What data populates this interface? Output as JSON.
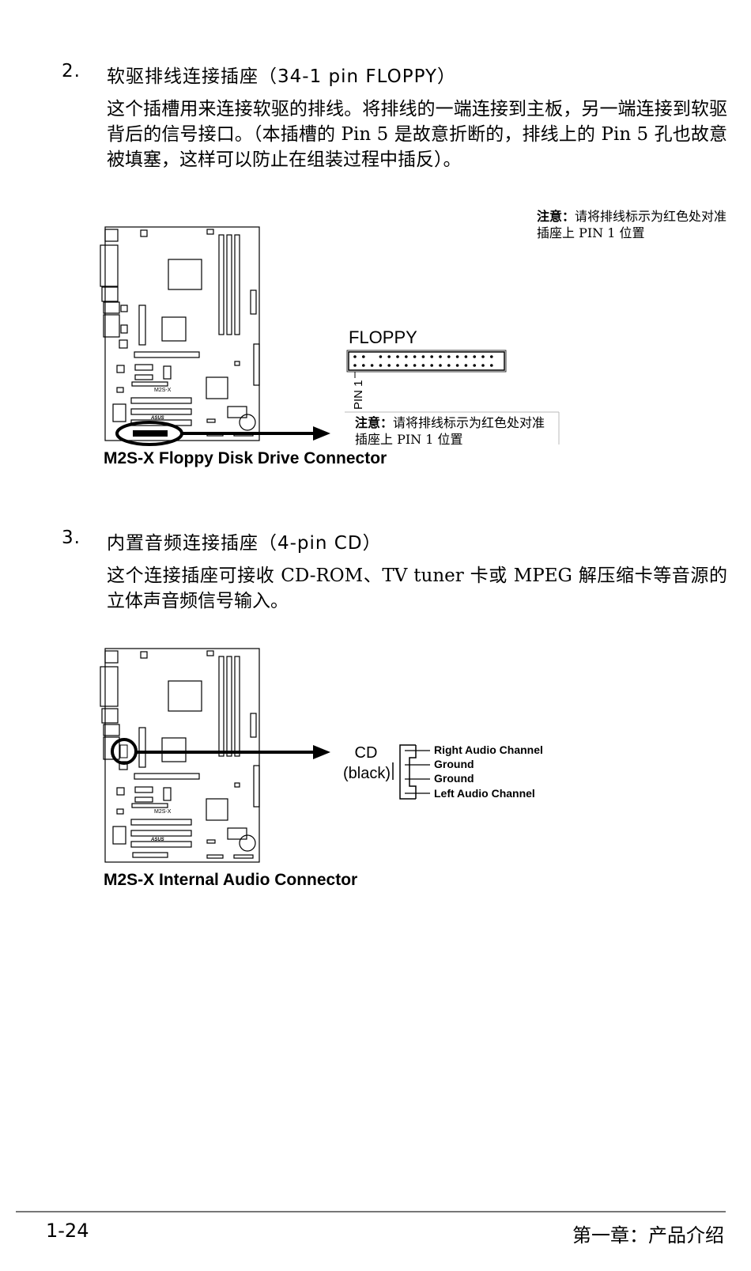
{
  "section2": {
    "number": "2.",
    "title": "软驱排线连接插座（34-1 pin FLOPPY）",
    "paragraph": "这个插槽用来连接软驱的排线。将排线的一端连接到主板，另一端连接到软驱背后的信号接口。（本插槽的 Pin 5 是故意折断的，排线上的 Pin 5 孔也故意被填塞，这样可以防止在组装过程中插反）。",
    "note_top_label": "注意：",
    "note_top_text": "请将排线标示为红色处对准插座上 PIN 1 位置",
    "note_inline_label": "注意：",
    "note_inline_text": "请将排线标示为红色处对准插座上 PIN 1 位置",
    "connector_label": "FLOPPY",
    "pin_label": "PIN 1",
    "board_model": "M2S-X",
    "caption": "M2S-X Floppy Disk Drive Connector"
  },
  "section3": {
    "number": "3.",
    "title": "内置音频连接插座（4-pin CD）",
    "paragraph": "这个连接插座可接收 CD-ROM、TV tuner 卡或 MPEG 解压缩卡等音源的立体声音频信号输入。",
    "connector_label": "CD",
    "connector_color": "(black)",
    "pins": [
      "Right Audio Channel",
      "Ground",
      "Ground",
      "Left Audio Channel"
    ],
    "board_model": "M2S-X",
    "caption": "M2S-X Internal Audio Connector"
  },
  "footer": {
    "page_number": "1-24",
    "chapter": "第一章：产品介绍"
  }
}
